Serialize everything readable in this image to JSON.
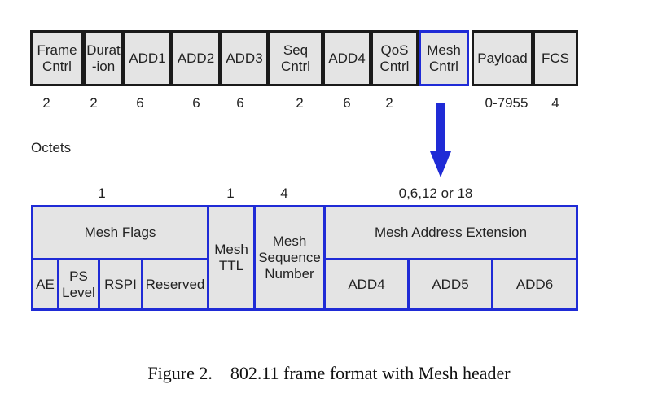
{
  "frame_fields": [
    {
      "label": "Frame\nCntrl",
      "octets": "2"
    },
    {
      "label": "Durat\n-ion",
      "octets": "2"
    },
    {
      "label": "ADD1",
      "octets": "6"
    },
    {
      "label": "ADD2",
      "octets": "6"
    },
    {
      "label": "ADD3",
      "octets": "6"
    },
    {
      "label": "Seq\nCntrl",
      "octets": "2"
    },
    {
      "label": "ADD4",
      "octets": "6"
    },
    {
      "label": "QoS\nCntrl",
      "octets": "2"
    },
    {
      "label": "Mesh\nCntrl",
      "octets": ""
    },
    {
      "label": "Payload",
      "octets": "0-7955"
    },
    {
      "label": "FCS",
      "octets": "4"
    }
  ],
  "octets_label": "Octets",
  "mesh_sizes": [
    "1",
    "1",
    "4",
    "0,6,12 or 18"
  ],
  "mesh_header": {
    "flags": "Mesh Flags",
    "flag_bits": [
      "AE",
      "PS\nLevel",
      "RSPI",
      "Reserved"
    ],
    "ttl": "Mesh\nTTL",
    "seq": "Mesh\nSequence\nNumber",
    "ext": "Mesh Address Extension",
    "ext_fields": [
      "ADD4",
      "ADD5",
      "ADD6"
    ]
  },
  "caption": "Figure 2.    802.11 frame format with Mesh header",
  "colors": {
    "highlight": "#1f2bd6",
    "frame_border": "#1a1a1a",
    "fill": "#e4e4e4"
  }
}
